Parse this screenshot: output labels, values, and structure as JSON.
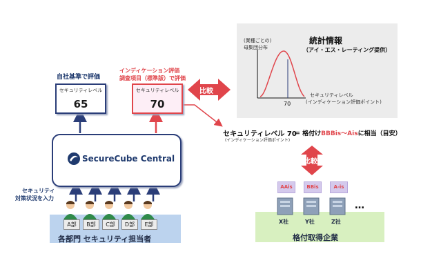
{
  "left_box": {
    "caption": "自社基準で評価",
    "title": "セキュリティレベル",
    "value": "65"
  },
  "right_box": {
    "caption_line1": "インディケーション評価",
    "caption_line2": "調査項目（標準版）で評価",
    "title": "セキュリティレベル",
    "value": "70"
  },
  "secure_cube": {
    "name": "SecureCube Central"
  },
  "input_label": {
    "line1": "セキュリティ",
    "line2": "対策状況を入力"
  },
  "departments": {
    "labels": [
      "A部",
      "B部",
      "C部",
      "D部",
      "E部"
    ],
    "footer": "各部門 セキュリティ担当者"
  },
  "compare_top": "比較",
  "compare_bottom": "比較",
  "stats": {
    "title": "統計情報",
    "subtitle": "（アイ・エス・レーティング提供）",
    "y_label_line1": "(業種ごとの)",
    "y_label_line2": "母集団分布",
    "x_label_line1": "セキュリティレベル",
    "x_label_line2": "(インディケーション評価ポイント)",
    "marker": "70"
  },
  "result": {
    "level_text": "セキュリティレベル 70",
    "level_sub": "(インディケーション評価ポイント)",
    "eq": "＝ 格付け",
    "rating_range": "BBBis～Ais",
    "suffix": "に相当（目安）"
  },
  "companies": {
    "badges": [
      "AAis",
      "BBis",
      "A-is"
    ],
    "names": [
      "X社",
      "Y社",
      "Z社"
    ],
    "ellipsis": "…",
    "footer": "格付取得企業"
  },
  "colors": {
    "navy": "#2a3d78",
    "red": "#e0454b",
    "blue_band": "#bcd3ee",
    "green_band": "#d8f0c0",
    "stats_bg": "#ececec"
  }
}
